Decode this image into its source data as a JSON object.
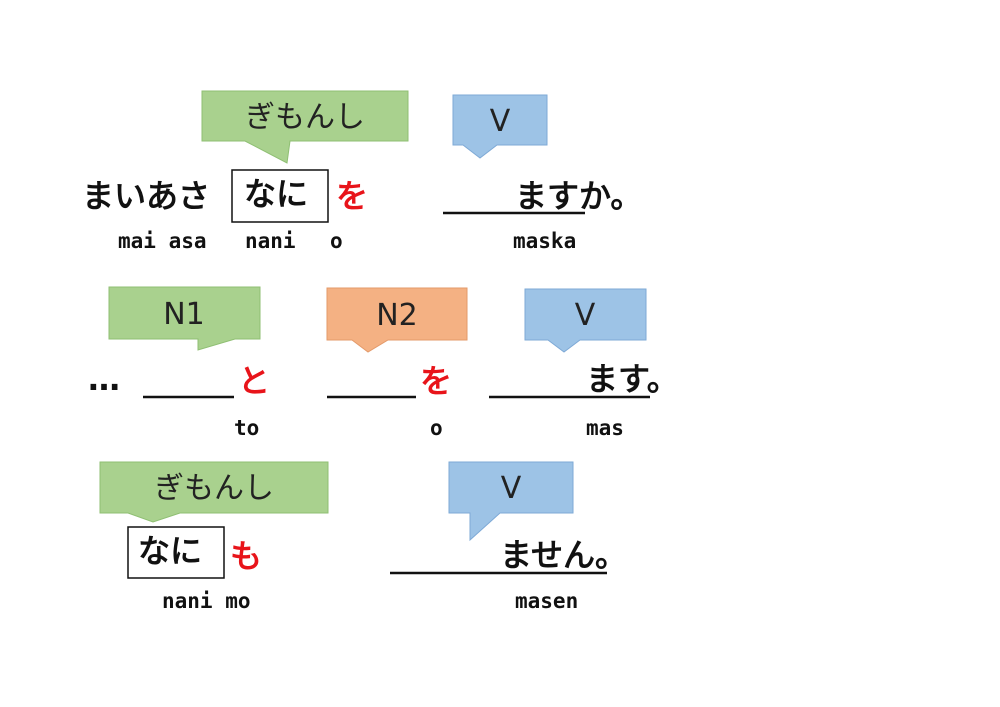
{
  "colors": {
    "green": "#a9d18e",
    "blue": "#9dc3e6",
    "orange": "#f4b183",
    "particle": "#e8141a"
  },
  "row1": {
    "callout_question": "ぎもんし",
    "callout_verb": "V",
    "prefix": "まいあさ",
    "boxed": "なに",
    "particle": "を",
    "suffix": "ますか。",
    "romaji_prefix": "mai asa",
    "romaji_boxed": "nani",
    "romaji_particle": "o",
    "romaji_suffix": "maska"
  },
  "row2": {
    "callout_n1": "N1",
    "callout_n2": "N2",
    "callout_verb": "V",
    "ellipsis": "…",
    "particle1": "と",
    "particle2": "を",
    "suffix": "ます。",
    "romaji_particle1": "to",
    "romaji_particle2": "o",
    "romaji_suffix": "mas"
  },
  "row3": {
    "callout_question": "ぎもんし",
    "callout_verb": "V",
    "boxed": "なに",
    "particle": "も",
    "suffix": "ません。",
    "romaji_boxed": "nani mo",
    "romaji_suffix": "masen"
  }
}
